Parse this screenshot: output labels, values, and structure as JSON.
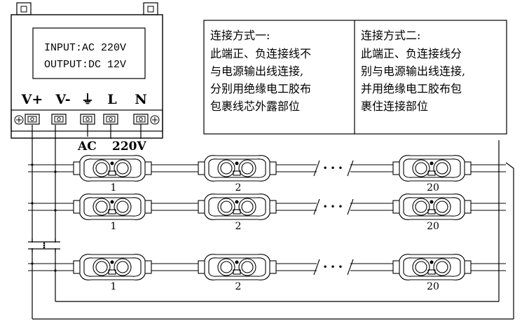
{
  "power_supply": {
    "input_label": "INPUT:AC 220V",
    "output_label": "OUTPUT:DC 12V",
    "terminals": [
      "V+",
      "V-",
      "⏚",
      "L",
      "N"
    ],
    "ac_label": "AC",
    "ac_voltage_label": "220V"
  },
  "notes": [
    {
      "title": "连接方式一:",
      "lines": [
        "此端正、负连接线不",
        "与电源输出线连接,",
        "分别用绝缘电工胶布",
        "包裹线芯外露部位"
      ]
    },
    {
      "title": "连接方式二:",
      "lines": [
        "此端正、负连接线分",
        "别与电源输出线连接,",
        "并用绝缘电工胶布包",
        "裹住连接部位"
      ]
    }
  ],
  "modules": {
    "labels": [
      "1",
      "2",
      "20"
    ],
    "ellipsis": "• • •"
  },
  "rows_count": 3
}
